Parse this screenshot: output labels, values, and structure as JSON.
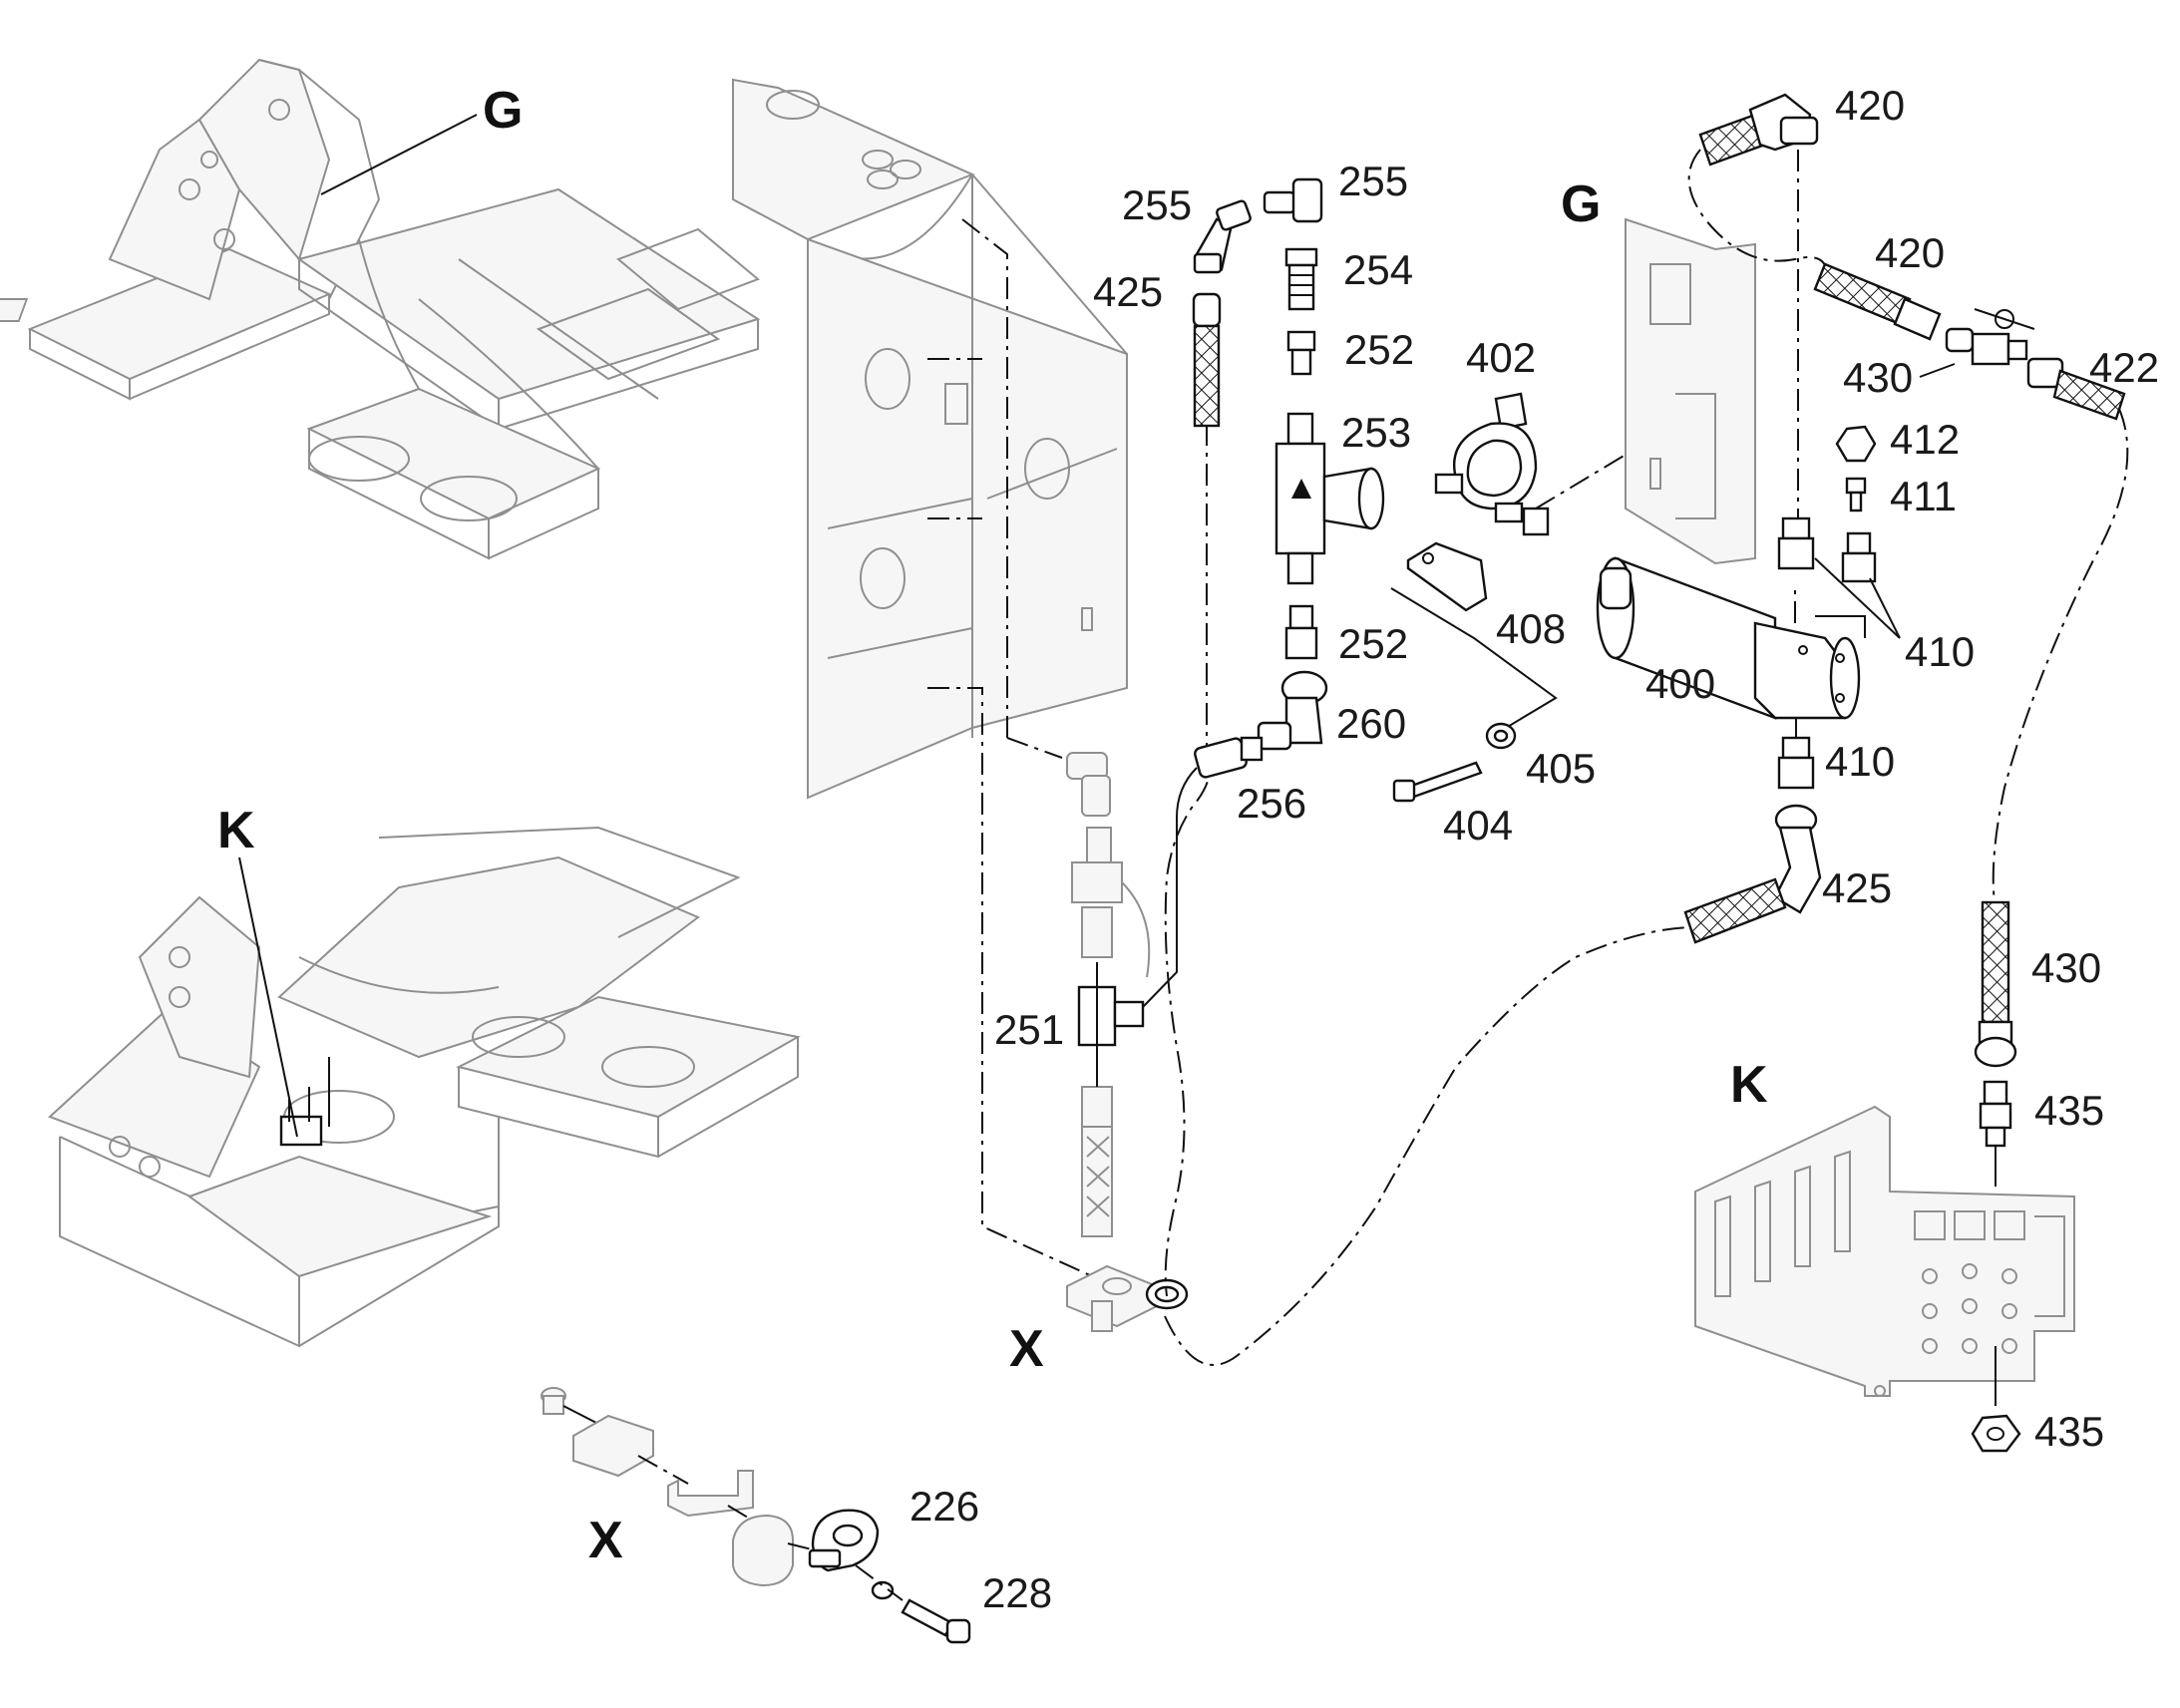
{
  "diagram": {
    "view_labels": {
      "G_top": "G",
      "G_detail": "G",
      "K_top": "K",
      "K_detail": "K",
      "X_main": "X",
      "X_detail": "X"
    },
    "part_numbers": [
      {
        "key": "p255a",
        "text": "255"
      },
      {
        "key": "p255b",
        "text": "255"
      },
      {
        "key": "p254",
        "text": "254"
      },
      {
        "key": "p425a",
        "text": "425"
      },
      {
        "key": "p252a",
        "text": "252"
      },
      {
        "key": "p253",
        "text": "253"
      },
      {
        "key": "p252b",
        "text": "252"
      },
      {
        "key": "p260",
        "text": "260"
      },
      {
        "key": "p256",
        "text": "256"
      },
      {
        "key": "p251",
        "text": "251"
      },
      {
        "key": "p402",
        "text": "402"
      },
      {
        "key": "p408",
        "text": "408"
      },
      {
        "key": "p405",
        "text": "405"
      },
      {
        "key": "p404",
        "text": "404"
      },
      {
        "key": "p400",
        "text": "400"
      },
      {
        "key": "p420a",
        "text": "420"
      },
      {
        "key": "p420b",
        "text": "420"
      },
      {
        "key": "p422",
        "text": "422"
      },
      {
        "key": "p430a",
        "text": "430"
      },
      {
        "key": "p412",
        "text": "412"
      },
      {
        "key": "p411",
        "text": "411"
      },
      {
        "key": "p410a",
        "text": "410"
      },
      {
        "key": "p410b",
        "text": "410"
      },
      {
        "key": "p425b",
        "text": "425"
      },
      {
        "key": "p430b",
        "text": "430"
      },
      {
        "key": "p435a",
        "text": "435"
      },
      {
        "key": "p435b",
        "text": "435"
      },
      {
        "key": "p226",
        "text": "226"
      },
      {
        "key": "p228",
        "text": "228"
      }
    ]
  }
}
